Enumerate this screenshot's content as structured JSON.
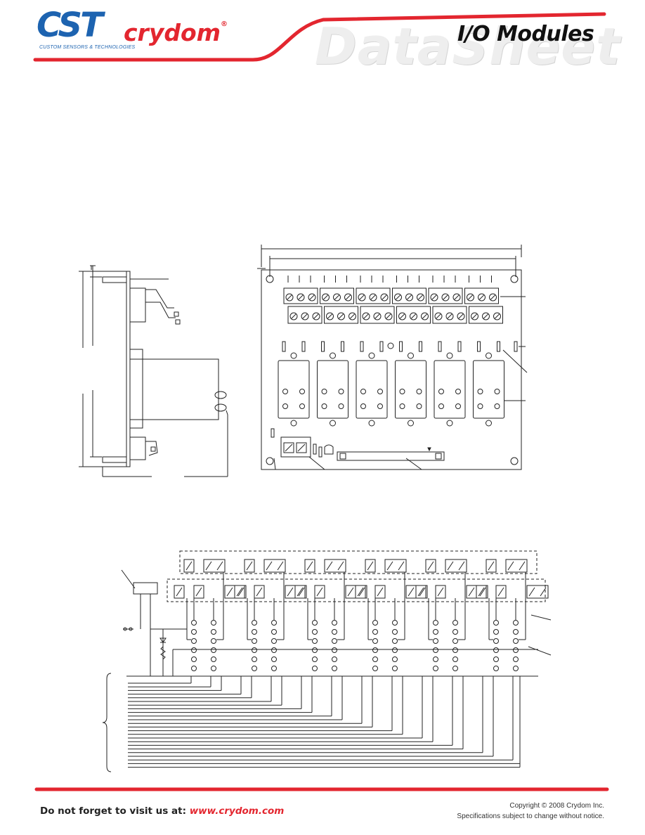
{
  "header": {
    "brand_mark": "CST",
    "brand_tagline": "CUSTOM SENSORS & TECHNOLOGIES",
    "brand_name": "crydom",
    "registered": "®",
    "watermark": "DataSheet",
    "title": "I/O Modules"
  },
  "footer": {
    "visit_prefix": "Do not forget to visit us at: ",
    "visit_url": "www.crydom.com",
    "copyright": "Copyright © 2008 Crydom Inc.",
    "notice": "Specifications subject to change without notice."
  },
  "colors": {
    "brand_blue": "#1d63b0",
    "brand_red": "#e3262f",
    "line": "#222222"
  }
}
